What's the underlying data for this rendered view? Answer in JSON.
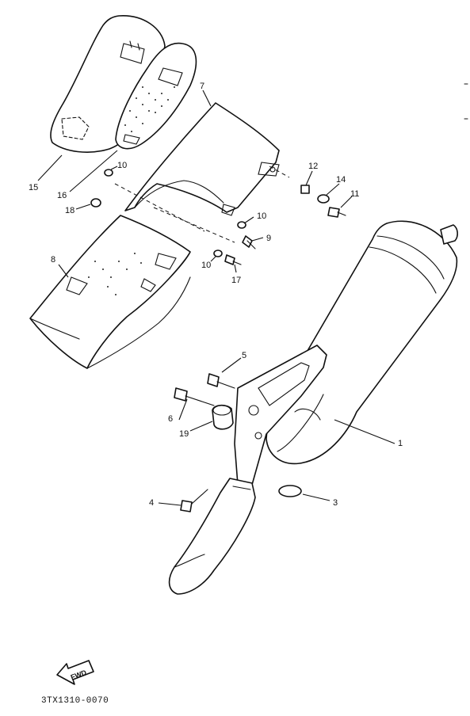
{
  "diagram": {
    "callouts": {
      "c1": "1",
      "c3": "3",
      "c4": "4",
      "c5": "5",
      "c6": "6",
      "c7": "7",
      "c8": "8",
      "c9": "9",
      "c10a": "10",
      "c10b": "10",
      "c10c": "10",
      "c11": "11",
      "c12": "12",
      "c14": "14",
      "c15": "15",
      "c16": "16",
      "c17": "17",
      "c18": "18",
      "c19": "19"
    },
    "fwd_label": "FWD",
    "diagram_code": "3TX1310-0070"
  }
}
